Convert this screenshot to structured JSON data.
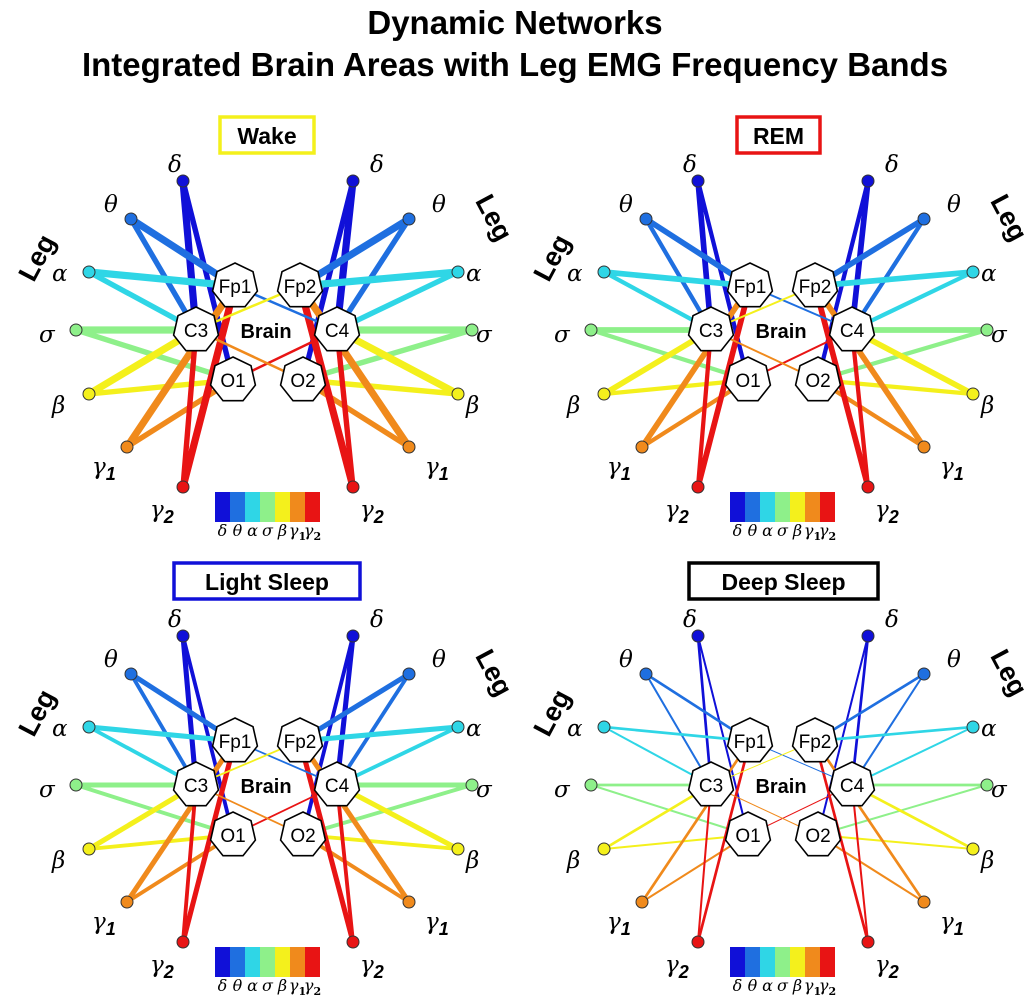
{
  "title": {
    "line1": "Dynamic Networks",
    "line2": "Integrated Brain Areas with Leg EMG Frequency Bands"
  },
  "center_label": "Brain",
  "side_label": "Leg",
  "brain_nodes": [
    "Fp1",
    "Fp2",
    "C3",
    "C4",
    "O1",
    "O2"
  ],
  "bands": [
    {
      "id": "delta",
      "symbol": "δ",
      "sub": "",
      "color": "#1010d8"
    },
    {
      "id": "theta",
      "symbol": "θ",
      "sub": "",
      "color": "#1f6fe0"
    },
    {
      "id": "alpha",
      "symbol": "α",
      "sub": "",
      "color": "#2fd6e6"
    },
    {
      "id": "sigma",
      "symbol": "σ",
      "sub": "",
      "color": "#8ef08a"
    },
    {
      "id": "beta",
      "symbol": "β",
      "sub": "",
      "color": "#f4f01c"
    },
    {
      "id": "gamma1",
      "symbol": "γ",
      "sub": "1",
      "color": "#f08a1c"
    },
    {
      "id": "gamma2",
      "symbol": "γ",
      "sub": "2",
      "color": "#e81414"
    }
  ],
  "panels": [
    {
      "id": "wake",
      "label": "Wake",
      "frame_color": "#f4f01c",
      "link_strength": 1.0
    },
    {
      "id": "rem",
      "label": "REM",
      "frame_color": "#e81414",
      "link_strength": 0.75
    },
    {
      "id": "light",
      "label": "Light Sleep",
      "frame_color": "#1010d8",
      "link_strength": 0.65
    },
    {
      "id": "deep",
      "label": "Deep Sleep",
      "frame_color": "#000000",
      "link_strength": 0.25
    }
  ]
}
